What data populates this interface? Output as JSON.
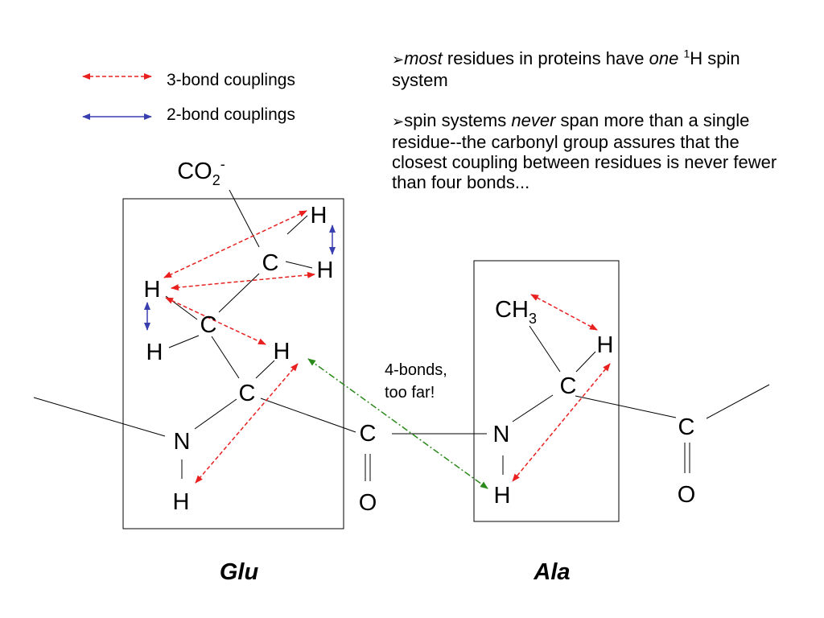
{
  "legend": {
    "three_bond": "3-bond couplings",
    "two_bond": "2-bond couplings"
  },
  "bullets": {
    "marker": "➢",
    "b1_em1": "most",
    "b1_text1": " residues in proteins have ",
    "b1_em2": "one",
    "b1_sup": "1",
    "b1_text2": "H spin system",
    "b2_text1": "spin systems ",
    "b2_em": "never",
    "b2_text2": " span more than a single residue--the carbonyl group assures that the closest coupling between residues is never fewer than four bonds..."
  },
  "glu": {
    "name": "Glu",
    "co2_main": "CO",
    "co2_sub": "2",
    "co2_sup": "-",
    "h_gamma_top": "H",
    "c_gamma": "C",
    "h_gamma_right": "H",
    "h_beta_left": "H",
    "c_beta": "C",
    "h_beta_low": "H",
    "h_alpha": "H",
    "c_alpha": "C",
    "n": "N",
    "h_n": "H",
    "c_carbonyl": "C",
    "o": "O"
  },
  "ala": {
    "name": "Ala",
    "ch3_main": "CH",
    "ch3_sub": "3",
    "h_alpha": "H",
    "c_alpha": "C",
    "n": "N",
    "h_n": "H",
    "c_carbonyl": "C",
    "o": "O"
  },
  "note": {
    "line1": "4-bonds,",
    "line2": "too far!"
  },
  "colors": {
    "three_bond": "#e8201f",
    "two_bond": "#3a3fb0",
    "four_bond": "#2a8a1a",
    "bond": "#000000"
  }
}
